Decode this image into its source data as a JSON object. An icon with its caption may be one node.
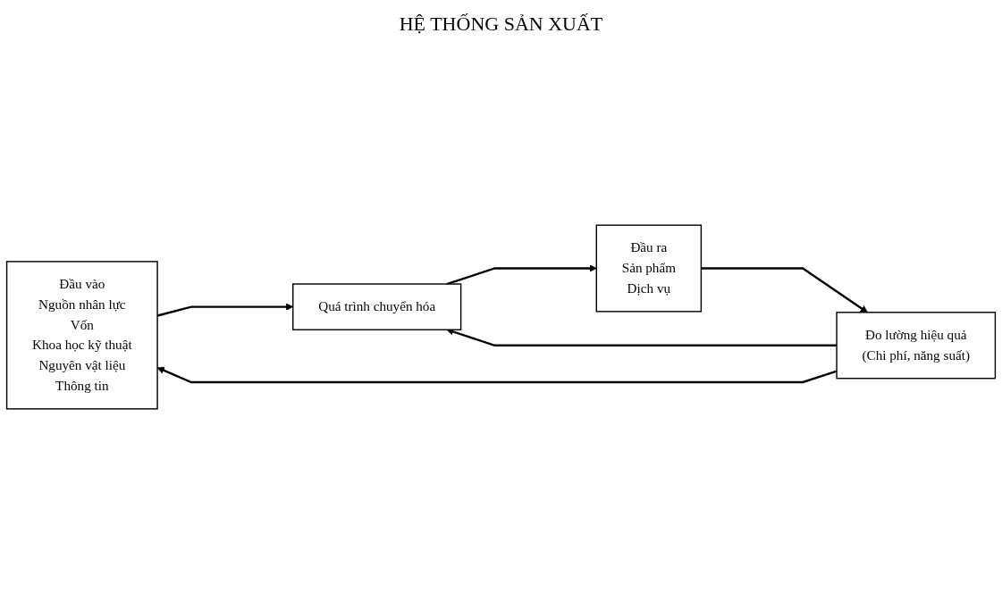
{
  "diagram": {
    "title": "HỆ THỐNG SẢN XUẤT",
    "nodes": [
      {
        "text": [
          "Đầu vào",
          "Nguồn nhân lực",
          "Vốn",
          "Khoa học kỹ thuật",
          "Nguyên vật liệu",
          "Thông tin"
        ]
      },
      {
        "text": [
          "Quá trình chuyển hóa"
        ]
      },
      {
        "text": [
          "Đầu ra",
          "Sản phẩm",
          "Dịch vụ"
        ]
      },
      {
        "text": [
          "Đo lường hiệu quả",
          "(Chi phí, năng suất)"
        ]
      }
    ],
    "edges": [
      {
        "from": 0,
        "to": 1,
        "arrow": "to"
      },
      {
        "from": 1,
        "to": 2,
        "arrow": "to"
      },
      {
        "from": 2,
        "to": 3,
        "arrow": "to"
      },
      {
        "from": 3,
        "to": 0,
        "arrow": "to"
      },
      {
        "from": 3,
        "to": 1,
        "arrow": "to"
      }
    ]
  }
}
